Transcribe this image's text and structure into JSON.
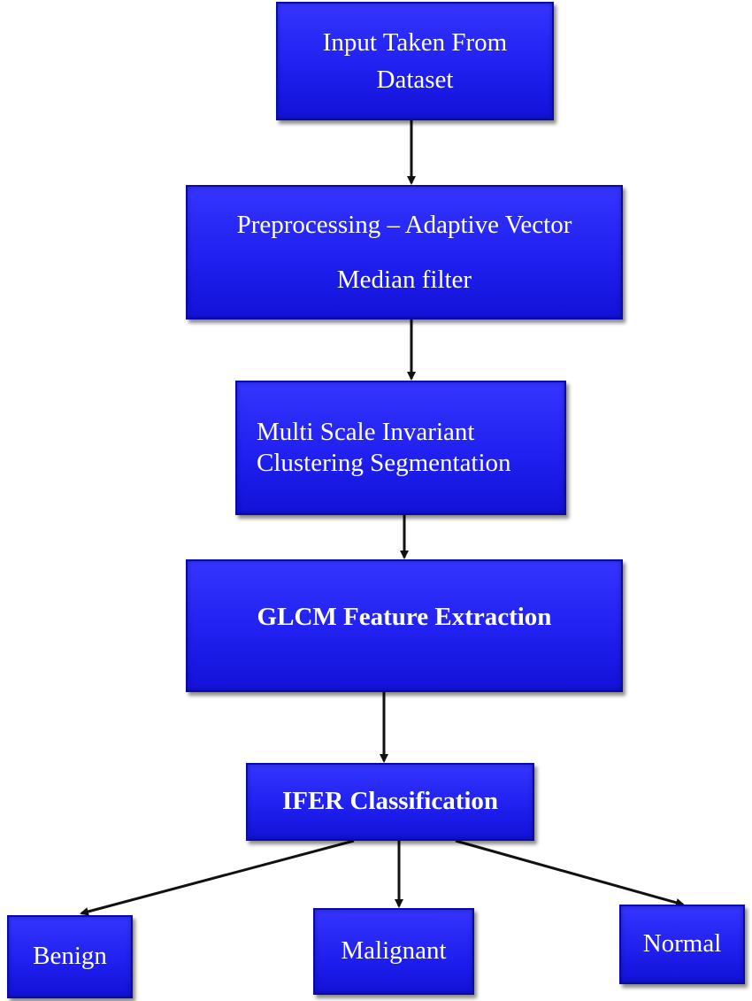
{
  "diagram": {
    "nodes": {
      "input": {
        "lines": [
          "Input Taken From",
          "Dataset"
        ]
      },
      "preproc": {
        "lines": [
          "Preprocessing – Adaptive Vector",
          "Median filter"
        ]
      },
      "msic": {
        "lines": [
          "Multi Scale Invariant",
          "Clustering Segmentation"
        ]
      },
      "glcm": {
        "lines": [
          "GLCM Feature Extraction"
        ]
      },
      "ifer": {
        "lines": [
          "IFER Classification"
        ]
      },
      "benign": {
        "lines": [
          "Benign"
        ]
      },
      "malignant": {
        "lines": [
          "Malignant"
        ]
      },
      "normal": {
        "lines": [
          "Normal"
        ]
      }
    },
    "edges": [
      {
        "from": "input",
        "to": "preproc"
      },
      {
        "from": "preproc",
        "to": "msic"
      },
      {
        "from": "msic",
        "to": "glcm"
      },
      {
        "from": "glcm",
        "to": "ifer"
      },
      {
        "from": "ifer",
        "to": "benign"
      },
      {
        "from": "ifer",
        "to": "malignant"
      },
      {
        "from": "ifer",
        "to": "normal"
      }
    ],
    "colors": {
      "box_fill": "#2222f2",
      "box_border": "#0a0aa8",
      "text": "#ffffff",
      "arrow": "#111111"
    }
  }
}
